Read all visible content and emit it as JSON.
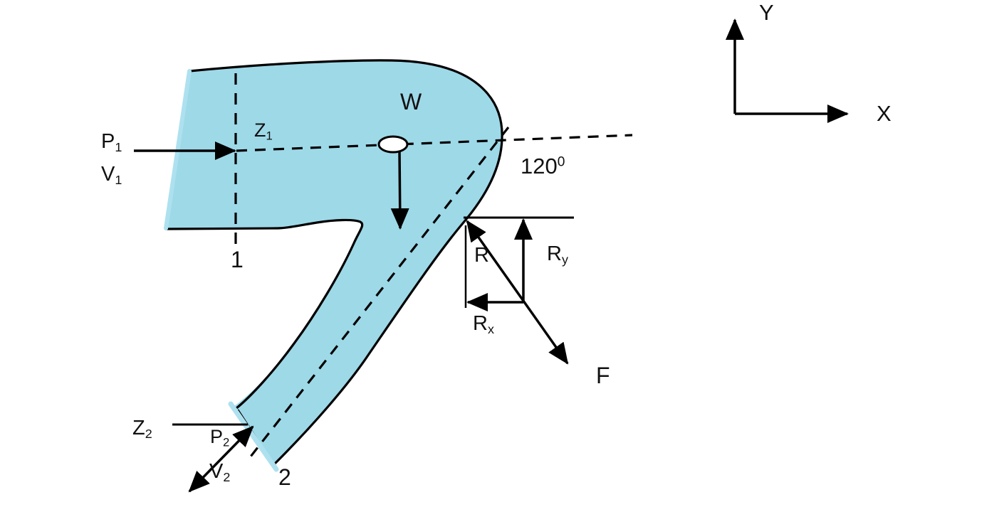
{
  "colors": {
    "pipe_fill": "#9ed9e8",
    "cut_edge": "#aee1ef",
    "line": "#000000"
  },
  "labels": {
    "p1": {
      "base": "P",
      "sub": "1"
    },
    "v1": {
      "base": "V",
      "sub": "1"
    },
    "z1": {
      "base": "Z",
      "sub": "1"
    },
    "p2": {
      "base": "P",
      "sub": "2"
    },
    "v2": {
      "base": "V",
      "sub": "2"
    },
    "z2": {
      "base": "Z",
      "sub": "2"
    },
    "weight": "W",
    "angle": {
      "base": "120",
      "sup": "0"
    },
    "reaction": "R",
    "reaction_x": {
      "base": "R",
      "sub": "x"
    },
    "reaction_y": {
      "base": "R",
      "sub": "y"
    },
    "force": "F",
    "section_1": "1",
    "section_2": "2",
    "axis_x": "X",
    "axis_y": "Y"
  }
}
